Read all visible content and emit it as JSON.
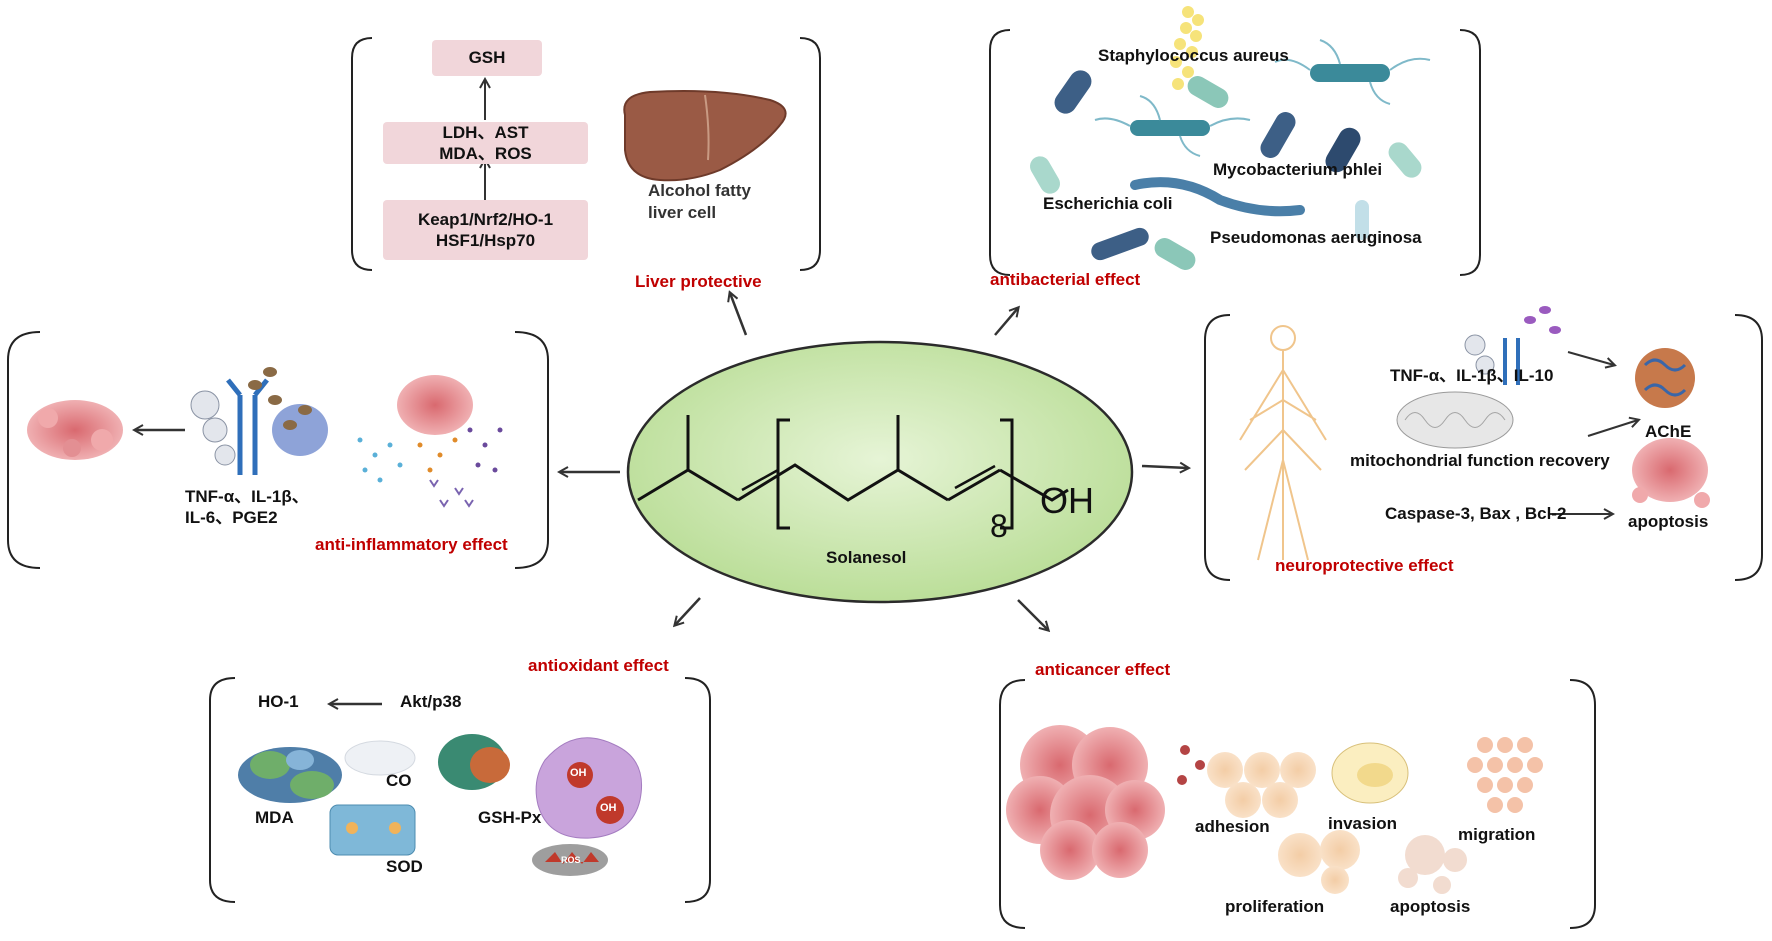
{
  "center": {
    "molecule_name": "Solanesol",
    "oh_label": "OH",
    "repeat_count": "8"
  },
  "liver": {
    "title": "Liver protective",
    "gsh": "GSH",
    "mid_line1": "LDH、AST",
    "mid_line2": "MDA、ROS",
    "bottom_line1": "Keap1/Nrf2/HO-1",
    "bottom_line2": "HSF1/Hsp70",
    "cell_line1": "Alcohol fatty",
    "cell_line2": "liver cell"
  },
  "antibacterial": {
    "title": "antibacterial effect",
    "staph": "Staphylococcus aureus",
    "myco": "Mycobacterium phlei",
    "ecoli": "Escherichia coli",
    "pseudo": "Pseudomonas aeruginosa"
  },
  "antiinflammatory": {
    "title": "anti-inflammatory effect",
    "line1": "TNF-α、IL-1β、",
    "line2": "IL-6、PGE2"
  },
  "neuro": {
    "title": "neuroprotective effect",
    "cytokines": "TNF-α、IL-1β、IL-10",
    "mito": "mitochondrial function recovery",
    "caspase": "Caspase-3, Bax , Bcl-2",
    "ache": "AChE",
    "apoptosis": "apoptosis"
  },
  "antioxidant": {
    "title": "antioxidant effect",
    "ho1": "HO-1",
    "akt": "Akt/p38",
    "co": "CO",
    "mda": "MDA",
    "gshpx": "GSH-Px",
    "sod": "SOD",
    "oh1": "OH",
    "oh2": "OH",
    "ros": "ROS"
  },
  "anticancer": {
    "title": "anticancer effect",
    "adhesion": "adhesion",
    "invasion": "invasion",
    "migration": "migration",
    "proliferation": "proliferation",
    "apoptosis": "apoptosis"
  },
  "colors": {
    "accent_red": "#c00000",
    "ellipse_green": "#c9e6ad",
    "pink_box": "#f1d6da",
    "cell_pink": "#e8888d"
  }
}
